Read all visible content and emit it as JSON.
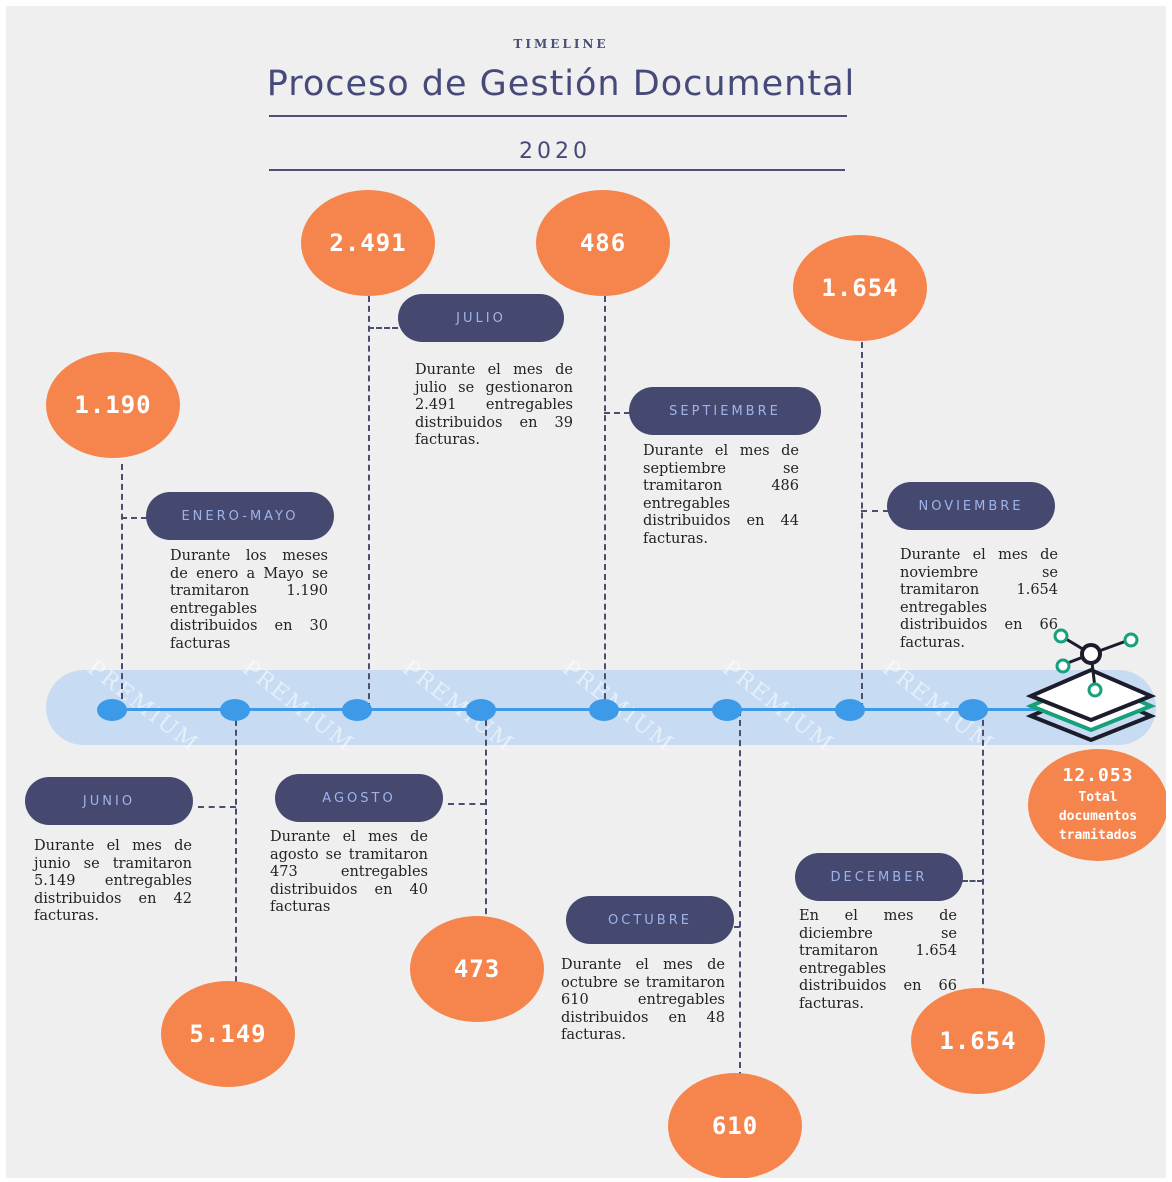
{
  "header": {
    "kicker": "TIMELINE",
    "title": "Proceso de Gestión Documental",
    "year": "2020"
  },
  "watermark": "PREMIUM",
  "colors": {
    "bubble": "#f5854d",
    "pill": "#45496f",
    "pill_text": "#9fb3ea",
    "axis": "#3d9ae8",
    "band": "#c7dcf2",
    "title": "#464a7a"
  },
  "periods": [
    {
      "label": "ENERO-MAYO",
      "value": "1.190",
      "text": "Durante los meses de enero a Mayo se tramitaron 1.190 entregables distribuidos en 30 facturas"
    },
    {
      "label": "JUNIO",
      "value": "5.149",
      "text": "Durante el mes de junio se tramitaron 5.149 entregables distribuidos en 42 facturas."
    },
    {
      "label": "JULIO",
      "value": "2.491",
      "text": "Durante el mes de julio se gestionaron 2.491 entregables distribuidos en 39 facturas."
    },
    {
      "label": "AGOSTO",
      "value": "473",
      "text": "Durante el mes de agosto se tramitaron 473 entregables distribuidos en 40 facturas"
    },
    {
      "label": "SEPTIEMBRE",
      "value": "486",
      "text": "Durante el mes de septiembre se tramitaron 486 entregables distribuidos en 44 facturas."
    },
    {
      "label": "OCTUBRE",
      "value": "610",
      "text": "Durante el mes de octubre se tramitaron 610 entregables distribuidos en 48 facturas."
    },
    {
      "label": "NOVIEMBRE",
      "value": "1.654",
      "text": "Durante el mes de noviembre se tramitaron 1.654 entregables distribuidos en 66 facturas."
    },
    {
      "label": "DECEMBER",
      "value": "1.654",
      "text": "En el mes de diciembre se tramitaron 1.654 entregables distribuidos en 66 facturas."
    }
  ],
  "total": {
    "value": "12.053",
    "label": "Total documentos tramitados"
  },
  "icons": [
    "layers-network-icon"
  ]
}
